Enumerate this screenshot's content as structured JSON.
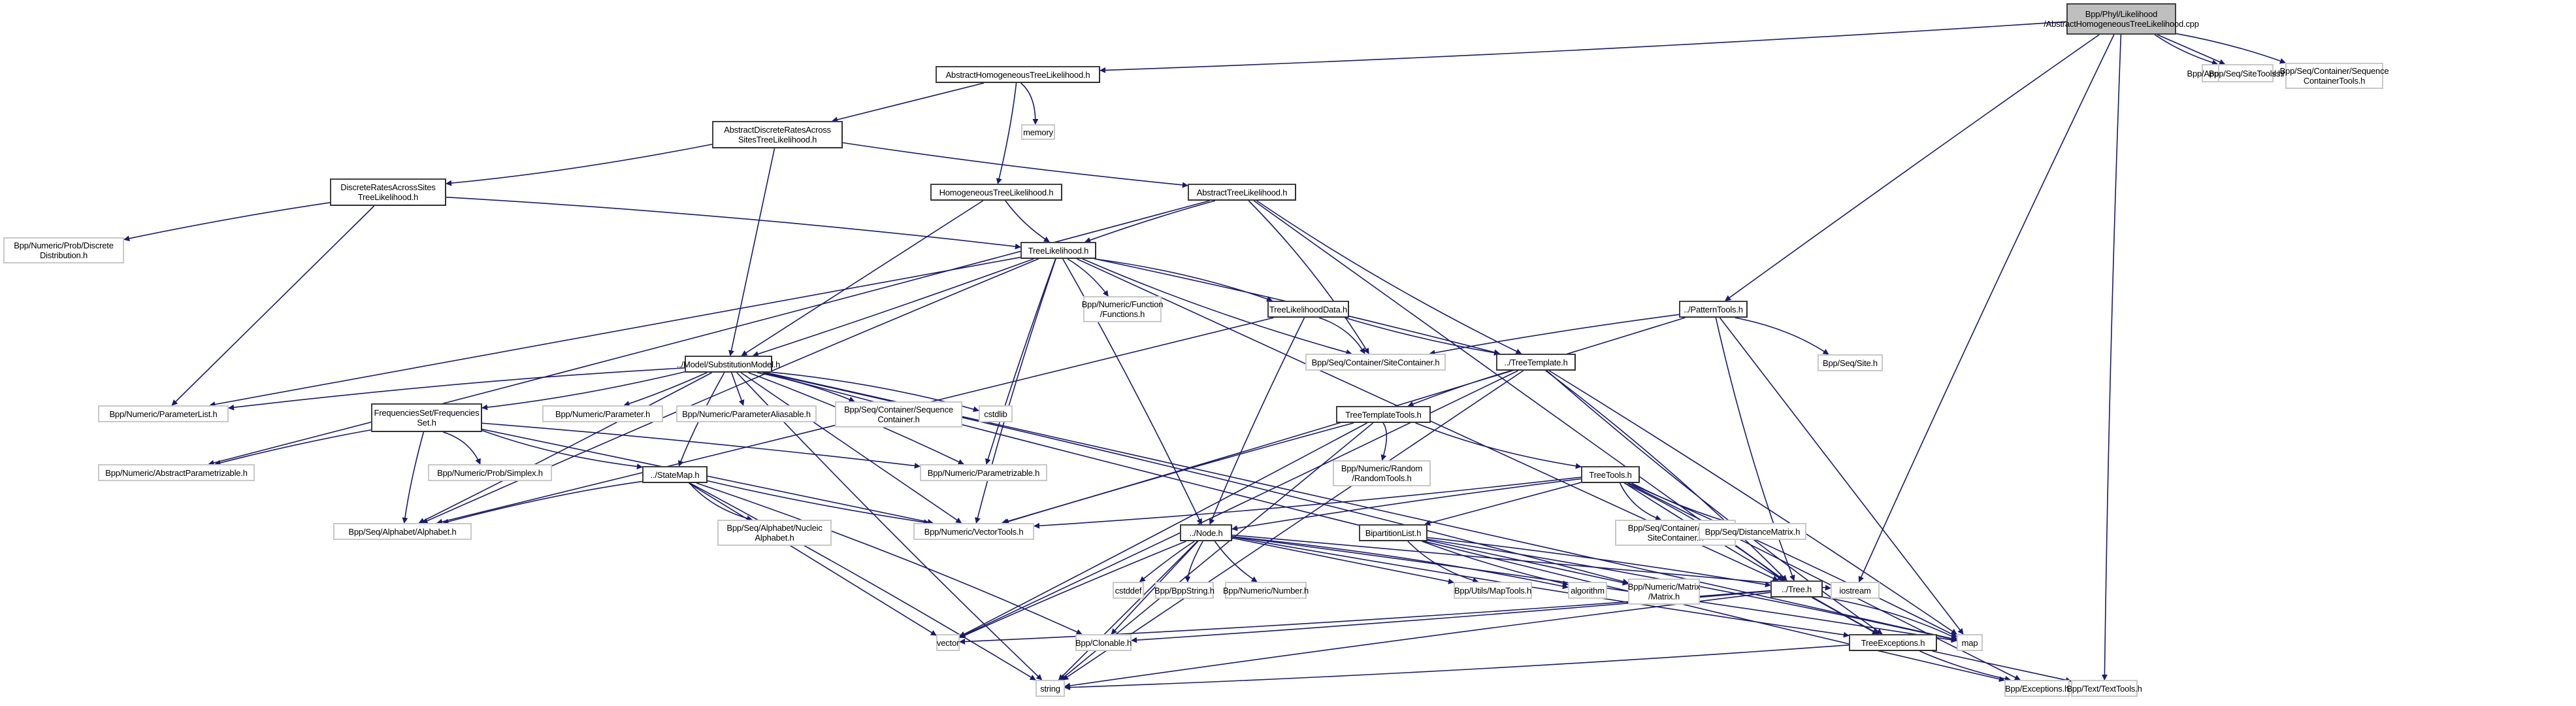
{
  "graph": {
    "title": "Bpp/Phyl/Likelihood/AbstractHomogeneousTreeLikelihood.cpp",
    "edge_color": "#191970",
    "nodes": [
      {
        "id": "root",
        "label": "Bpp/Phyl/Likelihood\n/AbstractHomogeneousTreeLikelihood.cpp",
        "kind": "root"
      },
      {
        "id": "apptools",
        "label": "Bpp/App/ApplicationTools.h",
        "kind": "external"
      },
      {
        "id": "sitetools",
        "label": "Bpp/Seq/SiteTools.h",
        "kind": "external"
      },
      {
        "id": "seqconttools",
        "label": "Bpp/Seq/Container/Sequence\nContainerTools.h",
        "kind": "external"
      },
      {
        "id": "ahtl",
        "label": "AbstractHomogeneousTreeLikelihood.h",
        "kind": "internal"
      },
      {
        "id": "memory",
        "label": "memory",
        "kind": "external"
      },
      {
        "id": "adrastl",
        "label": "AbstractDiscreteRatesAcross\nSitesTreeLikelihood.h",
        "kind": "internal"
      },
      {
        "id": "htl",
        "label": "HomogeneousTreeLikelihood.h",
        "kind": "internal"
      },
      {
        "id": "atl",
        "label": "AbstractTreeLikelihood.h",
        "kind": "internal"
      },
      {
        "id": "drastl",
        "label": "DiscreteRatesAcrossSites\nTreeLikelihood.h",
        "kind": "internal"
      },
      {
        "id": "discdist",
        "label": "Bpp/Numeric/Prob/Discrete\nDistribution.h",
        "kind": "external"
      },
      {
        "id": "tl",
        "label": "TreeLikelihood.h",
        "kind": "internal"
      },
      {
        "id": "functions",
        "label": "Bpp/Numeric/Function\n/Functions.h",
        "kind": "external"
      },
      {
        "id": "tld",
        "label": "TreeLikelihoodData.h",
        "kind": "internal"
      },
      {
        "id": "patterntools",
        "label": "../PatternTools.h",
        "kind": "internal"
      },
      {
        "id": "site",
        "label": "Bpp/Seq/Site.h",
        "kind": "external"
      },
      {
        "id": "sitecont",
        "label": "Bpp/Seq/Container/SiteContainer.h",
        "kind": "external"
      },
      {
        "id": "treetemplate",
        "label": "../TreeTemplate.h",
        "kind": "internal"
      },
      {
        "id": "subsmodel",
        "label": "../Model/SubstitutionModel.h",
        "kind": "internal"
      },
      {
        "id": "paramlist",
        "label": "Bpp/Numeric/ParameterList.h",
        "kind": "external"
      },
      {
        "id": "freqset",
        "label": "FrequenciesSet/Frequencies\nSet.h",
        "kind": "internal"
      },
      {
        "id": "parameter",
        "label": "Bpp/Numeric/Parameter.h",
        "kind": "external"
      },
      {
        "id": "paramaliasable",
        "label": "Bpp/Numeric/ParameterAliasable.h",
        "kind": "external"
      },
      {
        "id": "seqcont",
        "label": "Bpp/Seq/Container/Sequence\nContainer.h",
        "kind": "external"
      },
      {
        "id": "cstdlib",
        "label": "cstdlib",
        "kind": "external"
      },
      {
        "id": "ttt",
        "label": "TreeTemplateTools.h",
        "kind": "internal"
      },
      {
        "id": "abstractparam",
        "label": "Bpp/Numeric/AbstractParametrizable.h",
        "kind": "external"
      },
      {
        "id": "simplex",
        "label": "Bpp/Numeric/Prob/Simplex.h",
        "kind": "external"
      },
      {
        "id": "statemap",
        "label": "../StateMap.h",
        "kind": "internal"
      },
      {
        "id": "parametrizable",
        "label": "Bpp/Numeric/Parametrizable.h",
        "kind": "external"
      },
      {
        "id": "randomtools",
        "label": "Bpp/Numeric/Random\n/RandomTools.h",
        "kind": "external"
      },
      {
        "id": "treetools",
        "label": "TreeTools.h",
        "kind": "internal"
      },
      {
        "id": "alphabet",
        "label": "Bpp/Seq/Alphabet/Alphabet.h",
        "kind": "external"
      },
      {
        "id": "nucalpha",
        "label": "Bpp/Seq/Alphabet/Nucleic\nAlphabet.h",
        "kind": "external"
      },
      {
        "id": "vectortools",
        "label": "Bpp/Numeric/VectorTools.h",
        "kind": "external"
      },
      {
        "id": "node",
        "label": "../Node.h",
        "kind": "internal"
      },
      {
        "id": "bipartition",
        "label": "BipartitionList.h",
        "kind": "internal"
      },
      {
        "id": "vecsitecont",
        "label": "Bpp/Seq/Container/Vector\nSiteContainer.h",
        "kind": "external"
      },
      {
        "id": "distmatrix",
        "label": "Bpp/Seq/DistanceMatrix.h",
        "kind": "external"
      },
      {
        "id": "cstddef",
        "label": "cstddef",
        "kind": "external"
      },
      {
        "id": "bppstring",
        "label": "Bpp/BppString.h",
        "kind": "external"
      },
      {
        "id": "number",
        "label": "Bpp/Numeric/Number.h",
        "kind": "external"
      },
      {
        "id": "maptools",
        "label": "Bpp/Utils/MapTools.h",
        "kind": "external"
      },
      {
        "id": "algorithm",
        "label": "algorithm",
        "kind": "external"
      },
      {
        "id": "matrix",
        "label": "Bpp/Numeric/Matrix\n/Matrix.h",
        "kind": "external"
      },
      {
        "id": "tree",
        "label": "../Tree.h",
        "kind": "internal"
      },
      {
        "id": "iostream",
        "label": "iostream",
        "kind": "external"
      },
      {
        "id": "vector",
        "label": "vector",
        "kind": "external"
      },
      {
        "id": "clonable",
        "label": "Bpp/Clonable.h",
        "kind": "external"
      },
      {
        "id": "treeexc",
        "label": "TreeExceptions.h",
        "kind": "internal"
      },
      {
        "id": "map",
        "label": "map",
        "kind": "external"
      },
      {
        "id": "string",
        "label": "string",
        "kind": "external"
      },
      {
        "id": "exceptions",
        "label": "Bpp/Exceptions.h",
        "kind": "external"
      },
      {
        "id": "texttools",
        "label": "Bpp/Text/TextTools.h",
        "kind": "external"
      }
    ],
    "edges": [
      [
        "root",
        "ahtl"
      ],
      [
        "root",
        "apptools"
      ],
      [
        "root",
        "sitetools"
      ],
      [
        "root",
        "seqconttools"
      ],
      [
        "root",
        "patterntools"
      ],
      [
        "root",
        "iostream"
      ],
      [
        "root",
        "texttools"
      ],
      [
        "ahtl",
        "adrastl"
      ],
      [
        "ahtl",
        "htl"
      ],
      [
        "ahtl",
        "memory"
      ],
      [
        "adrastl",
        "drastl"
      ],
      [
        "adrastl",
        "atl"
      ],
      [
        "adrastl",
        "subsmodel"
      ],
      [
        "drastl",
        "discdist"
      ],
      [
        "drastl",
        "tl"
      ],
      [
        "drastl",
        "paramlist"
      ],
      [
        "htl",
        "tl"
      ],
      [
        "htl",
        "subsmodel"
      ],
      [
        "atl",
        "tl"
      ],
      [
        "atl",
        "sitecont"
      ],
      [
        "atl",
        "treetemplate"
      ],
      [
        "atl",
        "abstractparam"
      ],
      [
        "atl",
        "tree"
      ],
      [
        "tl",
        "functions"
      ],
      [
        "tl",
        "tld"
      ],
      [
        "tl",
        "sitecont"
      ],
      [
        "tl",
        "subsmodel"
      ],
      [
        "tl",
        "paramlist"
      ],
      [
        "tl",
        "node"
      ],
      [
        "tl",
        "alphabet"
      ],
      [
        "tl",
        "vectortools"
      ],
      [
        "tl",
        "parametrizable"
      ],
      [
        "tl",
        "tree"
      ],
      [
        "tl",
        "treetemplate"
      ],
      [
        "tld",
        "sitecont"
      ],
      [
        "tld",
        "node"
      ],
      [
        "tld",
        "treetemplate"
      ],
      [
        "tld",
        "alphabet"
      ],
      [
        "patterntools",
        "sitecont"
      ],
      [
        "patterntools",
        "site"
      ],
      [
        "patterntools",
        "tree"
      ],
      [
        "patterntools",
        "vectortools"
      ],
      [
        "patterntools",
        "map"
      ],
      [
        "treetemplate",
        "ttt"
      ],
      [
        "treetemplate",
        "tree"
      ],
      [
        "treetemplate",
        "treeexc"
      ],
      [
        "treetemplate",
        "vector"
      ],
      [
        "treetemplate",
        "string"
      ],
      [
        "treetemplate",
        "map"
      ],
      [
        "subsmodel",
        "paramlist"
      ],
      [
        "subsmodel",
        "freqset"
      ],
      [
        "subsmodel",
        "parameter"
      ],
      [
        "subsmodel",
        "paramaliasable"
      ],
      [
        "subsmodel",
        "seqcont"
      ],
      [
        "subsmodel",
        "cstdlib"
      ],
      [
        "subsmodel",
        "statemap"
      ],
      [
        "subsmodel",
        "alphabet"
      ],
      [
        "subsmodel",
        "vectortools"
      ],
      [
        "subsmodel",
        "parametrizable"
      ],
      [
        "subsmodel",
        "matrix"
      ],
      [
        "subsmodel",
        "exceptions"
      ],
      [
        "subsmodel",
        "string"
      ],
      [
        "subsmodel",
        "map"
      ],
      [
        "freqset",
        "abstractparam"
      ],
      [
        "freqset",
        "simplex"
      ],
      [
        "freqset",
        "statemap"
      ],
      [
        "freqset",
        "alphabet"
      ],
      [
        "freqset",
        "vectortools"
      ],
      [
        "freqset",
        "parametrizable"
      ],
      [
        "ttt",
        "randomtools"
      ],
      [
        "ttt",
        "treetools"
      ],
      [
        "ttt",
        "vector"
      ],
      [
        "ttt",
        "string"
      ],
      [
        "ttt",
        "vectortools"
      ],
      [
        "statemap",
        "alphabet"
      ],
      [
        "statemap",
        "nucalpha"
      ],
      [
        "statemap",
        "vectortools"
      ],
      [
        "statemap",
        "vector"
      ],
      [
        "statemap",
        "string"
      ],
      [
        "statemap",
        "clonable"
      ],
      [
        "treetools",
        "vecsitecont"
      ],
      [
        "treetools",
        "distmatrix"
      ],
      [
        "treetools",
        "bipartition"
      ],
      [
        "treetools",
        "node"
      ],
      [
        "treetools",
        "tree"
      ],
      [
        "treetools",
        "vectortools"
      ],
      [
        "treetools",
        "treeexc"
      ],
      [
        "treetools",
        "exceptions"
      ],
      [
        "treetools",
        "map"
      ],
      [
        "node",
        "cstddef"
      ],
      [
        "node",
        "bppstring"
      ],
      [
        "node",
        "number"
      ],
      [
        "node",
        "maptools"
      ],
      [
        "node",
        "vector"
      ],
      [
        "node",
        "string"
      ],
      [
        "node",
        "clonable"
      ],
      [
        "node",
        "treeexc"
      ],
      [
        "node",
        "iostream"
      ],
      [
        "node",
        "map"
      ],
      [
        "node",
        "algorithm"
      ],
      [
        "bipartition",
        "maptools"
      ],
      [
        "bipartition",
        "algorithm"
      ],
      [
        "bipartition",
        "matrix"
      ],
      [
        "bipartition",
        "tree"
      ],
      [
        "bipartition",
        "map"
      ],
      [
        "tree",
        "vector"
      ],
      [
        "tree",
        "clonable"
      ],
      [
        "tree",
        "treeexc"
      ],
      [
        "tree",
        "string"
      ],
      [
        "tree",
        "map"
      ],
      [
        "treeexc",
        "string"
      ],
      [
        "treeexc",
        "exceptions"
      ],
      [
        "treeexc",
        "texttools"
      ]
    ]
  }
}
